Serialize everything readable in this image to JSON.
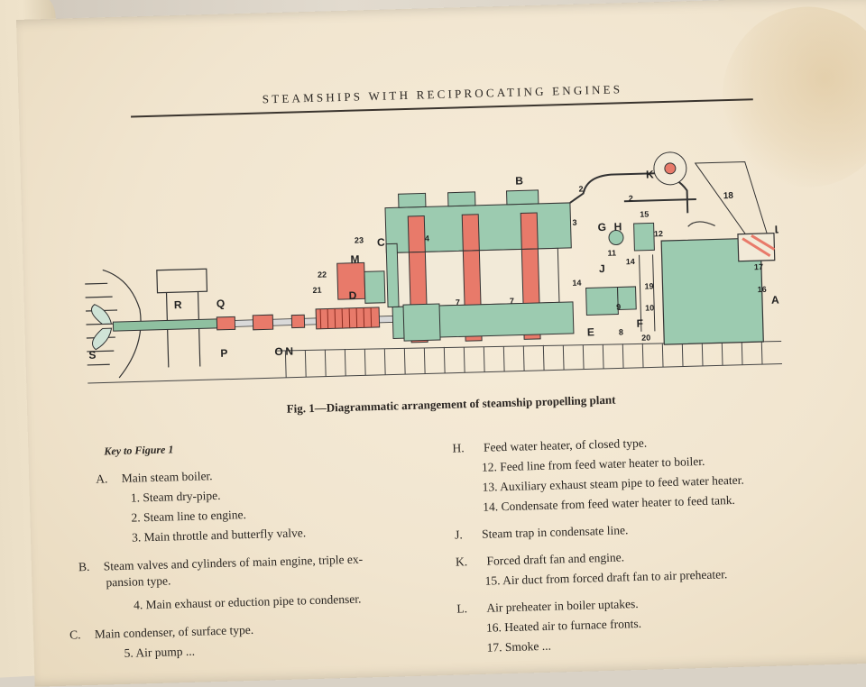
{
  "running_head": "STEAMSHIPS WITH RECIPROCATING ENGINES",
  "figure": {
    "caption": "Fig. 1—Diagrammatic arrangement of steamship propelling plant",
    "labels": [
      "B",
      "K",
      "2",
      "2",
      "18",
      "C",
      "23",
      "4",
      "3",
      "15",
      "G",
      "H",
      "12",
      "L",
      "22",
      "M",
      "11",
      "14",
      "J",
      "17",
      "21",
      "D",
      "R",
      "Q",
      "14",
      "7",
      "7",
      "19",
      "16",
      "A",
      "9",
      "10",
      "F",
      "8",
      "E",
      "20",
      "P",
      "O",
      "N",
      "S"
    ]
  },
  "key": {
    "title": "Key to Figure 1",
    "left": [
      {
        "letter": "A.",
        "text": "Main steam boiler."
      },
      {
        "letter": "",
        "text": "1. Steam dry-pipe."
      },
      {
        "letter": "",
        "text": "2. Steam line to engine."
      },
      {
        "letter": "",
        "text": "3. Main throttle and butterfly valve."
      },
      {
        "letter": "B.",
        "text": "Steam valves and cylinders of main engine, triple ex-"
      },
      {
        "letter": "",
        "text": "pansion type."
      },
      {
        "letter": "",
        "text": "4. Main exhaust or eduction pipe to condenser."
      },
      {
        "letter": "C.",
        "text": "Main condenser, of surface type."
      },
      {
        "letter": "",
        "text": "5. Air pump ..."
      }
    ],
    "right": [
      {
        "letter": "H.",
        "text": "Feed water heater, of closed type."
      },
      {
        "letter": "",
        "text": "12. Feed line from feed water heater to boiler."
      },
      {
        "letter": "",
        "text": "13. Auxiliary exhaust steam pipe to feed water heater."
      },
      {
        "letter": "",
        "text": "14. Condensate from feed water heater to feed tank."
      },
      {
        "letter": "J.",
        "text": "Steam trap in condensate line."
      },
      {
        "letter": "K.",
        "text": "Forced draft fan and engine."
      },
      {
        "letter": "",
        "text": "15. Air duct from forced draft fan to air preheater."
      },
      {
        "letter": "L.",
        "text": "Air preheater in boiler uptakes."
      },
      {
        "letter": "",
        "text": "16. Heated air to furnace fronts."
      },
      {
        "letter": "",
        "text": "17. Smoke ..."
      }
    ]
  }
}
